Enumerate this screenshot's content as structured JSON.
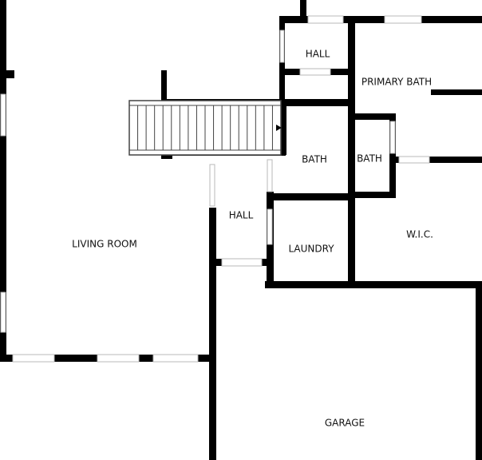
{
  "colors": {
    "wall": "#000000",
    "background": "#ffffff",
    "window": "#b9b9b9",
    "text": "#111111"
  },
  "rooms": {
    "hall_upper": "HALL",
    "primary_bath": "PRIMARY BATH",
    "bath_left": "BATH",
    "bath_right": "BATH",
    "hall_lower": "HALL",
    "living_room": "LIVING ROOM",
    "laundry": "LAUNDRY",
    "wic": "W.I.C.",
    "garage": "GARAGE"
  },
  "stairs": {
    "icon": "arrow-right-icon",
    "tread_count": 18
  }
}
